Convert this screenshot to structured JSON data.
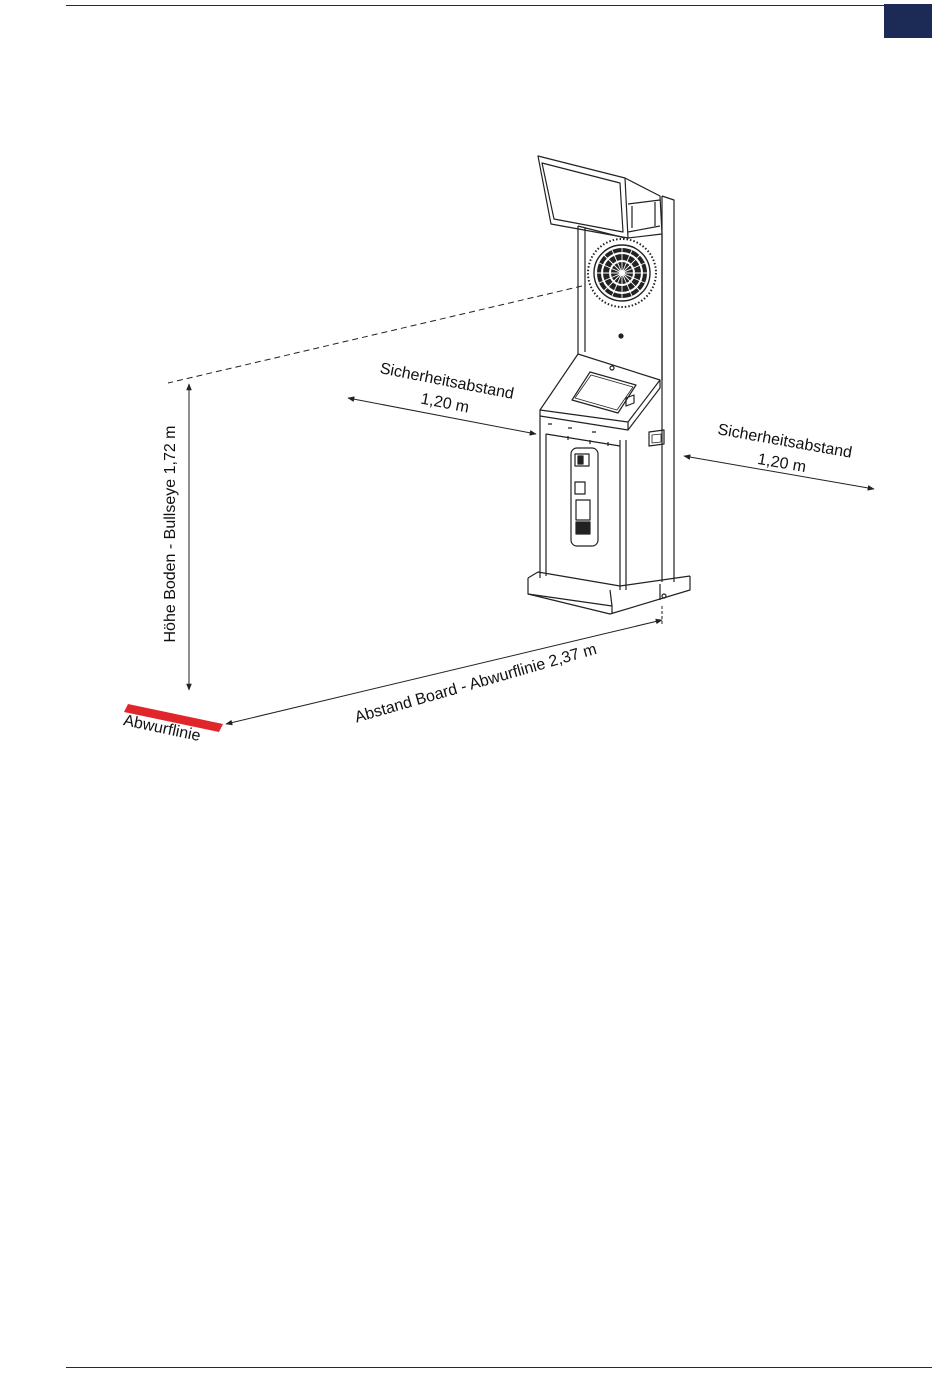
{
  "colors": {
    "header_rule": "#1f2a4d",
    "tab": "#1c2a56",
    "throw_line": "#e0262b",
    "line": "#222222"
  },
  "labels": {
    "safety_left_title": "Sicherheitsabstand",
    "safety_left_value": "1,20 m",
    "safety_right_title": "Sicherheitsabstand",
    "safety_right_value": "1,20 m",
    "height": "Höhe Boden - Bullseye 1,72 m",
    "distance": "Abstand Board - Abwurflinie 2,37 m",
    "throw_line": "Abwurflinie"
  }
}
